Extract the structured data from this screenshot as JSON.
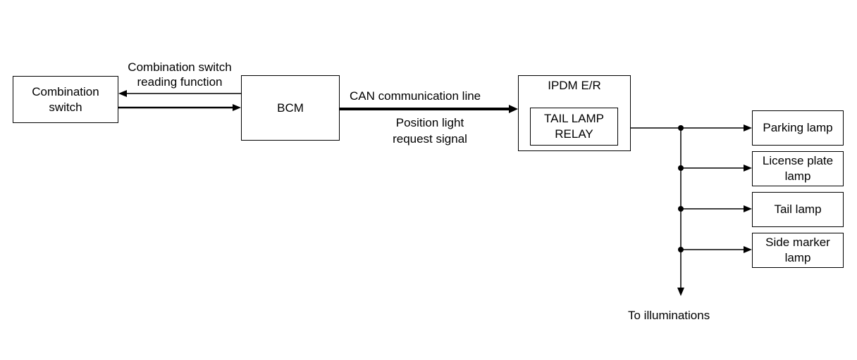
{
  "combination_switch": {
    "line1": "Combination",
    "line2": "switch"
  },
  "bcm": {
    "label": "BCM"
  },
  "ipdm": {
    "title": "IPDM E/R",
    "relay_line1": "TAIL LAMP",
    "relay_line2": "RELAY"
  },
  "signals": {
    "reading_line1": "Combination switch",
    "reading_line2": "reading function",
    "can_line": "CAN communication line",
    "position_line1": "Position light",
    "position_line2": "request signal"
  },
  "lamps": [
    {
      "line1": "Parking lamp",
      "line2": ""
    },
    {
      "line1": "License plate",
      "line2": "lamp"
    },
    {
      "line1": "Tail lamp",
      "line2": ""
    },
    {
      "line1": "Side marker",
      "line2": "lamp"
    }
  ],
  "illuminations": {
    "label": "To illuminations"
  }
}
